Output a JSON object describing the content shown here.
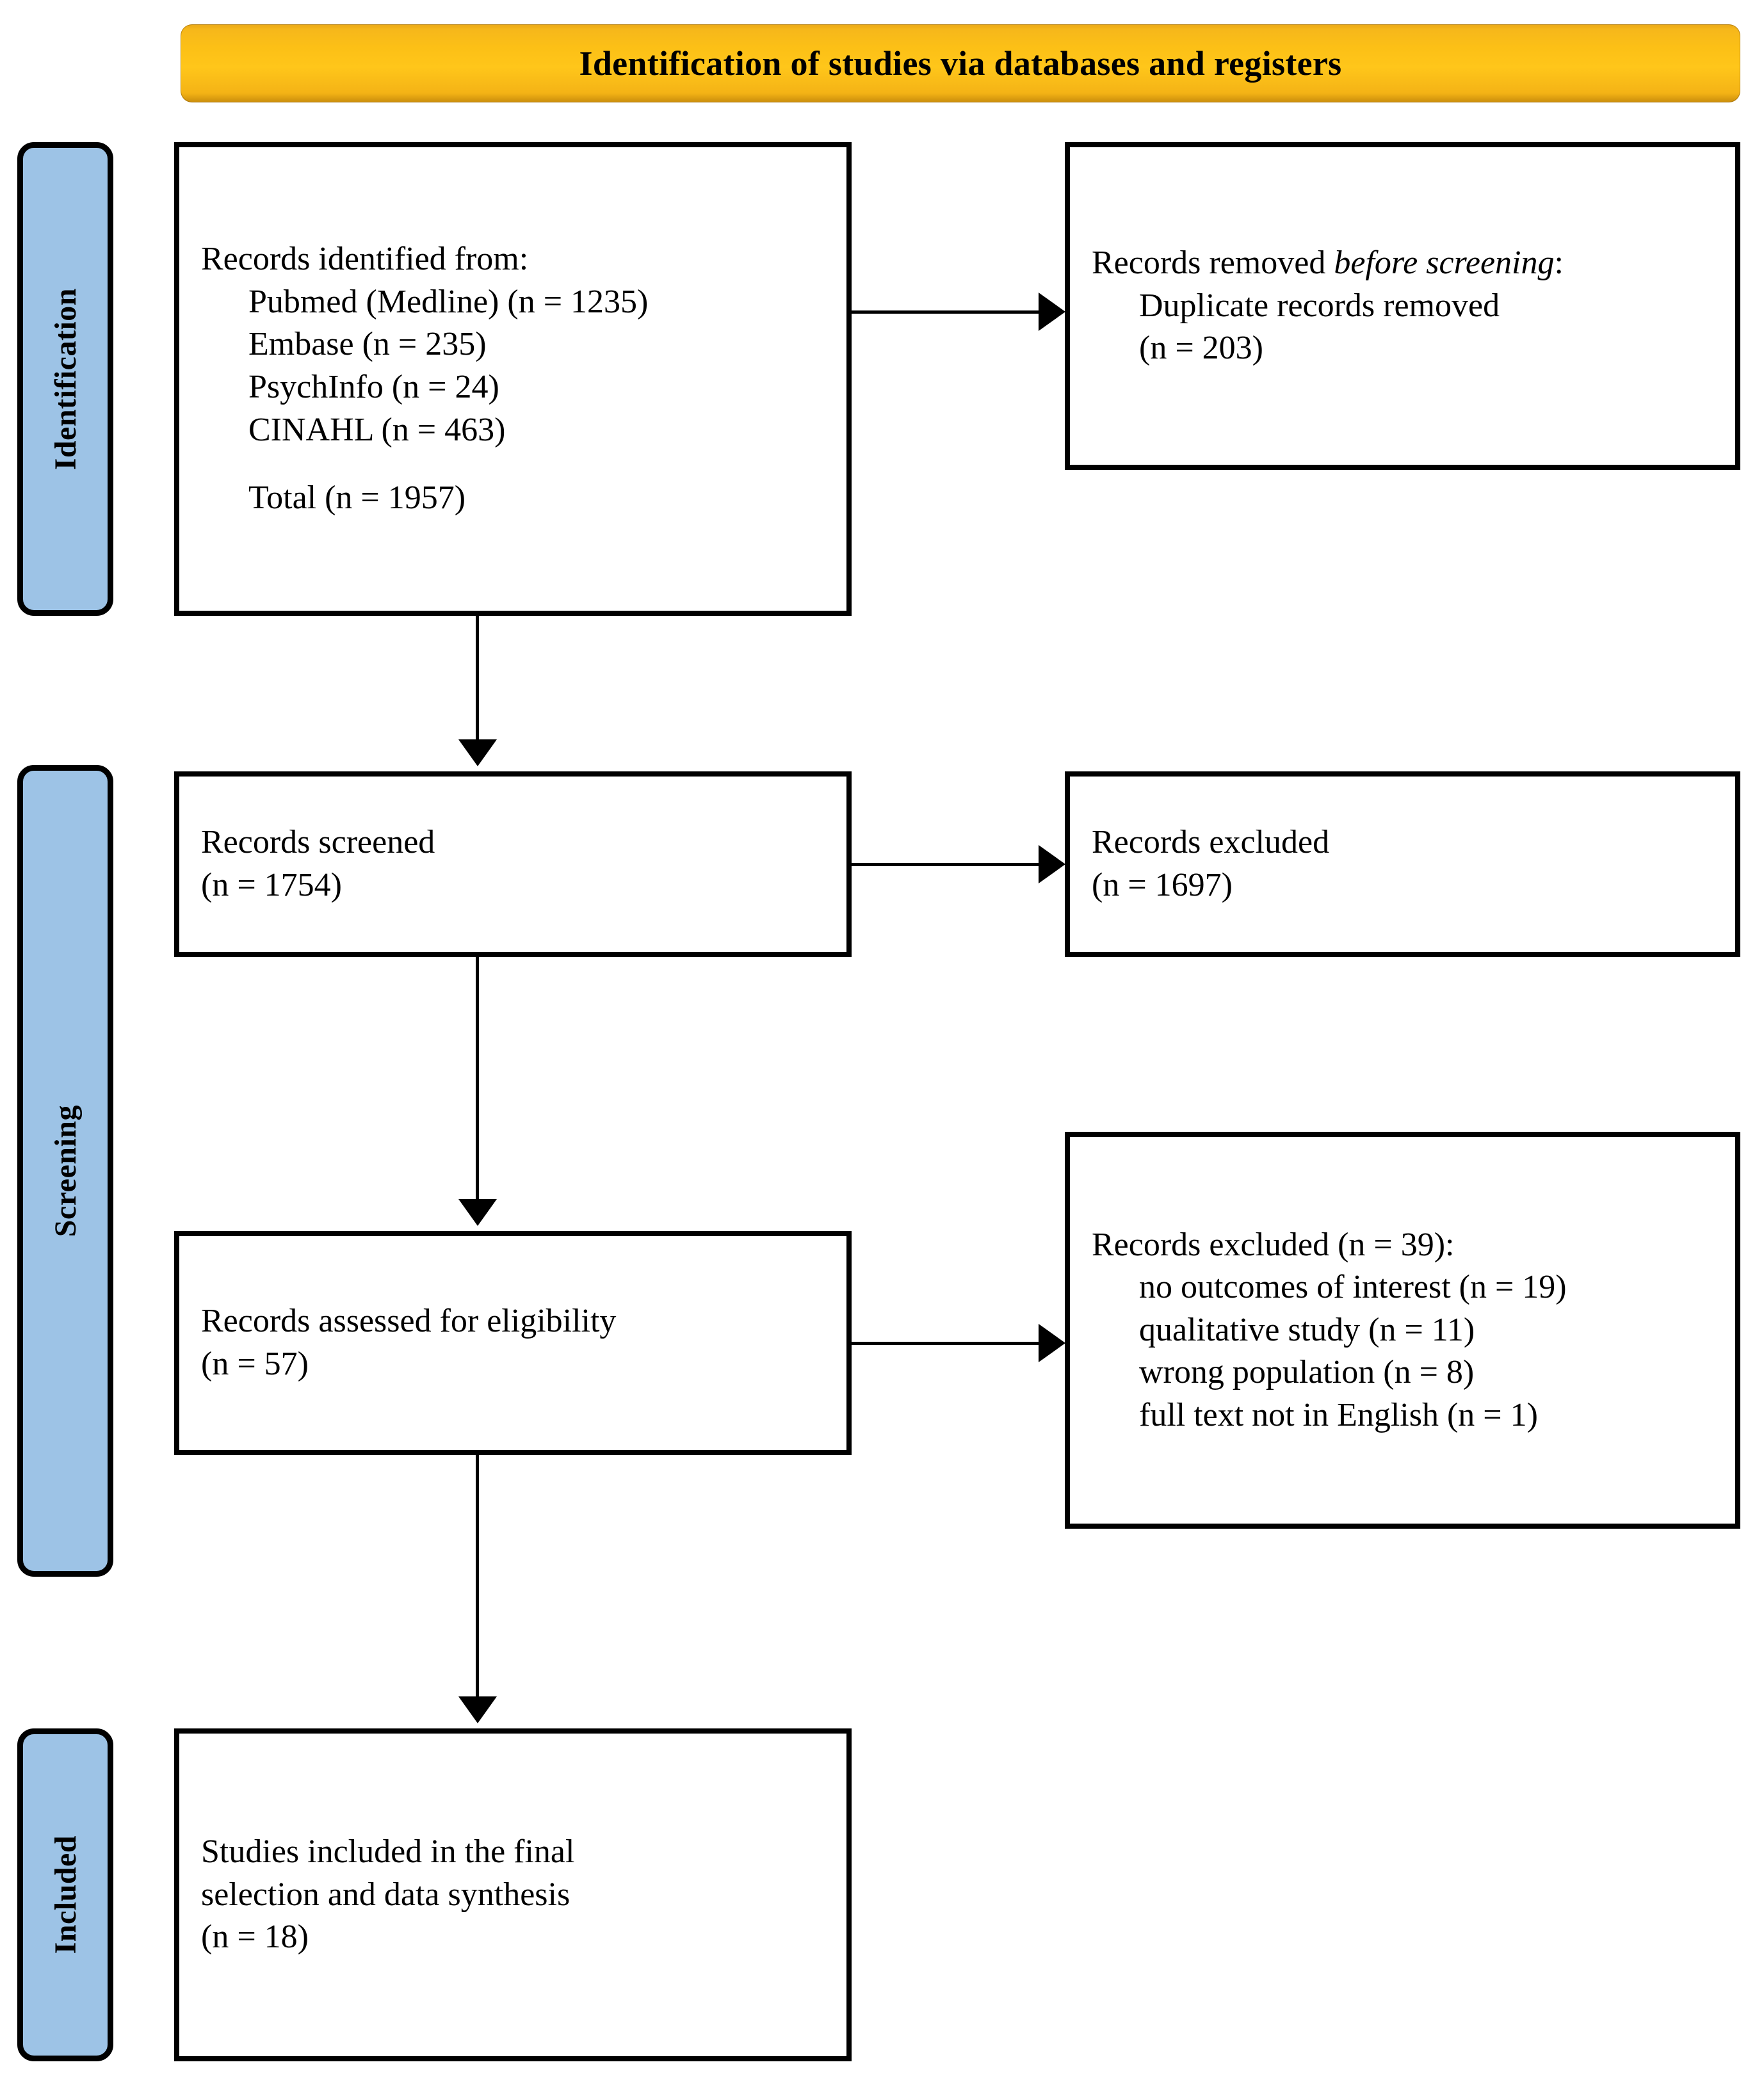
{
  "banner": {
    "title": "Identification of studies via databases and registers"
  },
  "colors": {
    "banner_fill": "#FFC000",
    "stage_bar_fill": "#9DC3E6",
    "box_border": "#000000",
    "box_fill": "#FFFFFF",
    "text": "#000000"
  },
  "stages": [
    {
      "id": "identification",
      "label": "Identification"
    },
    {
      "id": "screening",
      "label": "Screening"
    },
    {
      "id": "included",
      "label": "Included"
    }
  ],
  "boxes": {
    "identified": {
      "line1": "Records identified from:",
      "line2": "Pubmed (Medline) (n = 1235)",
      "line3": "Embase (n = 235)",
      "line4": "PsychInfo (n = 24)",
      "line5": "CINAHL (n = 463)",
      "line6": "Total (n = 1957)"
    },
    "removed": {
      "line1_a": "Records removed ",
      "line1_b": "before screening",
      "line1_c": ":",
      "line2": "Duplicate records removed",
      "line3": "(n = 203)"
    },
    "screened": {
      "line1": "Records screened",
      "line2": "(n = 1754)"
    },
    "excluded_screening": {
      "line1": "Records excluded",
      "line2": "(n = 1697)"
    },
    "eligibility": {
      "line1": "Records assessed for eligibility",
      "line2": "(n = 57)"
    },
    "excluded_eligibility": {
      "line1": "Records excluded (n = 39):",
      "line2": "no outcomes of interest (n = 19)",
      "line3": "qualitative study (n = 11)",
      "line4": "wrong population (n = 8)",
      "line5": "full text not in English (n = 1)"
    },
    "included": {
      "line1": "Studies included in the final",
      "line2": "selection and data synthesis",
      "line3": "(n = 18)"
    }
  },
  "counts": {
    "pubmed_medline": 1235,
    "embase": 235,
    "psychinfo": 24,
    "cinahl": 463,
    "total_identified": 1957,
    "duplicates_removed": 203,
    "records_screened": 1754,
    "records_excluded_screening": 1697,
    "records_assessed_eligibility": 57,
    "records_excluded_eligibility": 39,
    "no_outcomes_of_interest": 19,
    "qualitative_study": 11,
    "wrong_population": 8,
    "full_text_not_english": 1,
    "studies_included": 18
  }
}
